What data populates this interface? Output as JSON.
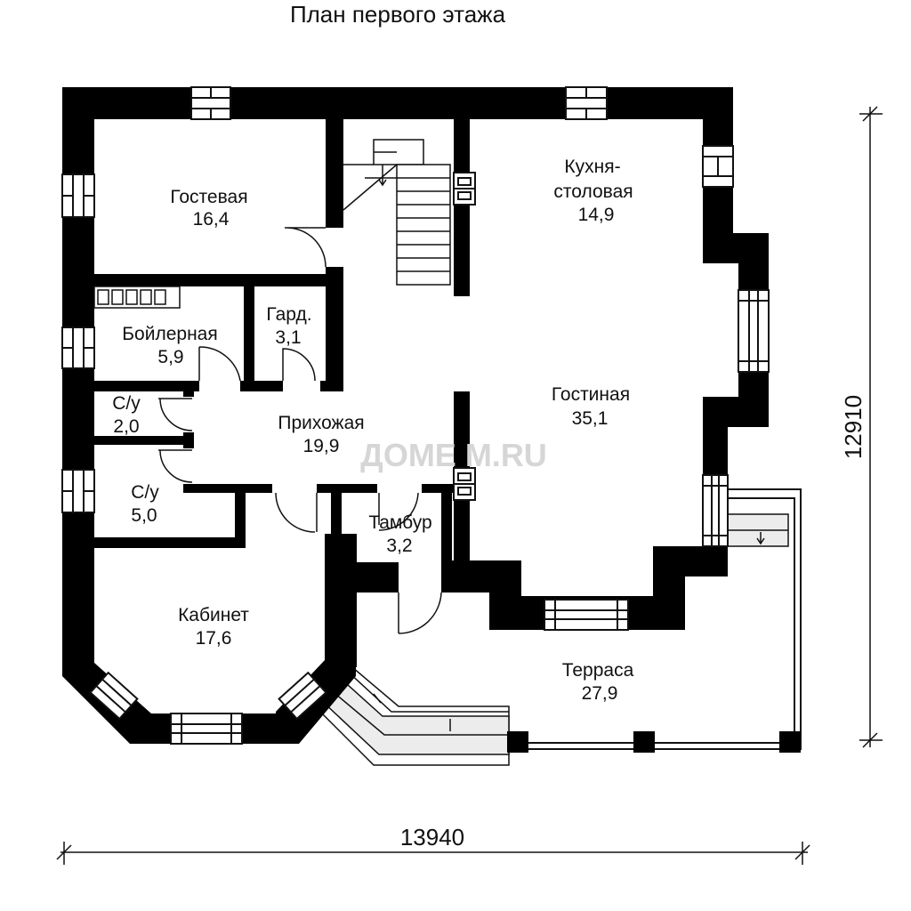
{
  "plan": {
    "title": "План первого этажа",
    "watermark": "ДОМЕ М.RU",
    "dimensions": {
      "width": "13940",
      "height": "12910"
    },
    "rooms": [
      {
        "name": "Гостевая",
        "area": "16,4"
      },
      {
        "name": "Кухня-",
        "name2": "столовая",
        "area": "14,9"
      },
      {
        "name": "Бойлерная",
        "area": "5,9"
      },
      {
        "name": "Гард.",
        "area": "3,1"
      },
      {
        "name": "Гостиная",
        "area": "35,1"
      },
      {
        "name": "С/у",
        "area": "2,0"
      },
      {
        "name": "Прихожая",
        "area": "19,9"
      },
      {
        "name": "С/у",
        "area": "5,0"
      },
      {
        "name": "Тамбур",
        "area": "3,2"
      },
      {
        "name": "Кабинет",
        "area": "17,6"
      },
      {
        "name": "Терраса",
        "area": "27,9"
      }
    ],
    "colors": {
      "wall": "#000000",
      "line": "#111111",
      "stair_fill": "#ececec",
      "watermark": "#d6d6d6"
    }
  }
}
